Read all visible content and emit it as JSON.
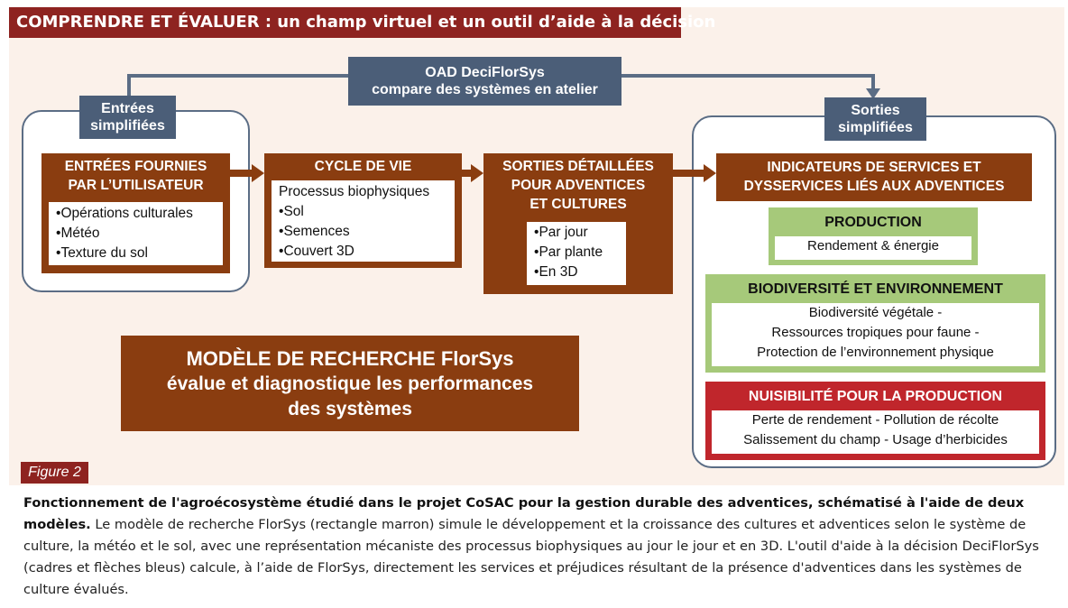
{
  "title": "COMPRENDRE ET ÉVALUER : un champ virtuel et un outil d’aide à la décision",
  "oad": {
    "line1": "OAD DeciFlorSys",
    "line2": "compare des systèmes en atelier"
  },
  "inputs_label": {
    "line1": "Entrées",
    "line2": "simplifiées"
  },
  "outputs_label": {
    "line1": "Sorties",
    "line2": "simplifiées"
  },
  "user_inputs": {
    "head1": "ENTRÉES FOURNIES",
    "head2": "PAR L’UTILISATEUR",
    "items": [
      "Opérations culturales",
      "Météo",
      "Texture du sol"
    ]
  },
  "life_cycle": {
    "head": "CYCLE DE VIE",
    "subtitle": "Processus biophysiques",
    "items": [
      "Sol",
      "Semences",
      "Couvert 3D"
    ]
  },
  "detailed_outputs": {
    "head1": "SORTIES DÉTAILLÉES",
    "head2": "POUR ADVENTICES",
    "head3": "ET CULTURES",
    "items": [
      "Par jour",
      "Par plante",
      "En 3D"
    ]
  },
  "indicators": {
    "head1": "INDICATEURS DE SERVICES ET",
    "head2": "DYSSERVICES LIÉS AUX ADVENTICES"
  },
  "production": {
    "head": "PRODUCTION",
    "body": "Rendement & énergie"
  },
  "biodiversity": {
    "head": "BIODIVERSITÉ ET ENVIRONNEMENT",
    "lines": [
      "Biodiversité végétale -",
      "Ressources tropiques pour faune -",
      "Protection de l’environnement physique"
    ]
  },
  "harm": {
    "head": "NUISIBILITÉ POUR LA PRODUCTION",
    "lines": [
      "Perte de rendement - Pollution de récolte",
      "Salissement du champ - Usage d’herbicides"
    ]
  },
  "model": {
    "line1": "MODÈLE DE RECHERCHE FlorSys",
    "line2": "évalue et diagnostique les performances",
    "line3": "des systèmes"
  },
  "figure_label": "Figure 2",
  "caption": {
    "bold": "Fonctionnement de l'agroécosystème étudié dans le projet CoSAC pour la gestion durable des adventices, schématisé à l'aide de deux modèles.",
    "text": " Le modèle de recherche FlorSys (rectangle marron) simule le développement et la croissance des cultures et adventices selon le système de culture, la météo et le sol, avec une représentation mécaniste des processus biophysiques au jour le jour et en 3D. L'outil d'aide à la décision DeciFlorSys (cadres et flèches bleus) calcule, à l’aide de FlorSys, directement les services et préjudices résultant de la présence d'adventices dans les systèmes de culture évalués."
  },
  "colors": {
    "title_band": "#8e2320",
    "blue": "#4b5e78",
    "brown": "#8a3d10",
    "green": "#a6c97a",
    "red": "#c0262c",
    "panel": "#fbf1ea"
  }
}
